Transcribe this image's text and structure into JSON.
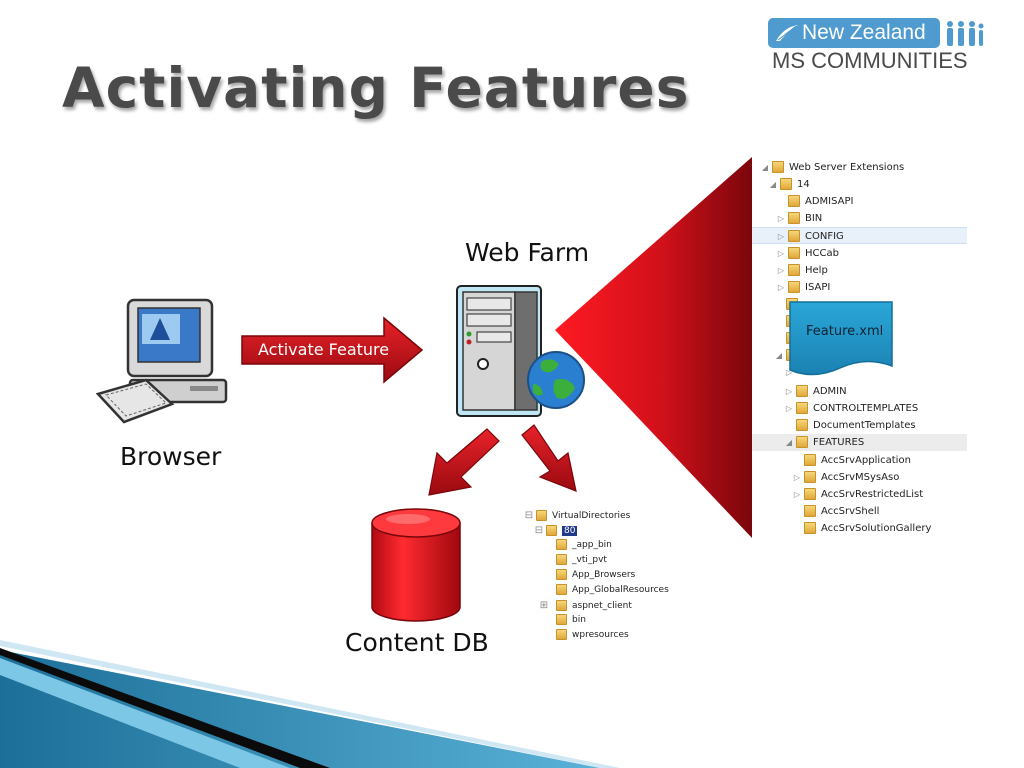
{
  "slide": {
    "title": "Activating Features"
  },
  "logo": {
    "line1": "New Zealand",
    "line2": "MS COMMUNITIES"
  },
  "browser": {
    "label": "Browser"
  },
  "activate_arrow": {
    "label": "Activate Feature"
  },
  "web_farm": {
    "label": "Web Farm"
  },
  "content_db": {
    "label": "Content DB"
  },
  "feature_doc": {
    "label": "Feature.xml"
  },
  "colors": {
    "arrow_red": "#c4121a",
    "callout_red": "#c4121a",
    "db_red": "#d01018",
    "logo_blue": "#4f9bd0",
    "title_gray": "#4a4a4a"
  },
  "server_tree": {
    "items": [
      {
        "label": "Web Server Extensions",
        "expander": "◢",
        "level": 0
      },
      {
        "label": "14",
        "expander": "◢",
        "level": 1
      },
      {
        "label": "ADMISAPI",
        "expander": "",
        "level": 2
      },
      {
        "label": "BIN",
        "expander": "▷",
        "level": 2
      },
      {
        "label": "CONFIG",
        "expander": "▷",
        "level": 2
      },
      {
        "label": "HCCab",
        "expander": "▷",
        "level": 2
      },
      {
        "label": "Help",
        "expander": "▷",
        "level": 2
      },
      {
        "label": "ISAPI",
        "expander": "▷",
        "level": 2
      },
      {
        "label": "ADMIN",
        "expander": "▷",
        "level": 3
      },
      {
        "label": "CONTROLTEMPLATES",
        "expander": "▷",
        "level": 3
      },
      {
        "label": "DocumentTemplates",
        "expander": "",
        "level": 3
      },
      {
        "label": "FEATURES",
        "expander": "◢",
        "level": 3
      },
      {
        "label": "AccSrvApplication",
        "expander": "",
        "level": 4
      },
      {
        "label": "AccSrvMSysAso",
        "expander": "▷",
        "level": 4
      },
      {
        "label": "AccSrvRestrictedList",
        "expander": "▷",
        "level": 4
      },
      {
        "label": "AccSrvShell",
        "expander": "",
        "level": 4
      },
      {
        "label": "AccSrvSolutionGallery",
        "expander": "",
        "level": 4
      }
    ]
  },
  "vdir_tree": {
    "items": [
      {
        "label": "VirtualDirectories",
        "expander": "⊟",
        "level": 0
      },
      {
        "label": "80",
        "expander": "⊟",
        "level": 1
      },
      {
        "label": "_app_bin",
        "expander": "",
        "level": 2
      },
      {
        "label": "_vti_pvt",
        "expander": "",
        "level": 2
      },
      {
        "label": "App_Browsers",
        "expander": "",
        "level": 2
      },
      {
        "label": "App_GlobalResources",
        "expander": "",
        "level": 2
      },
      {
        "label": "aspnet_client",
        "expander": "⊞",
        "level": 2
      },
      {
        "label": "bin",
        "expander": "",
        "level": 2
      },
      {
        "label": "wpresources",
        "expander": "",
        "level": 2
      }
    ]
  }
}
